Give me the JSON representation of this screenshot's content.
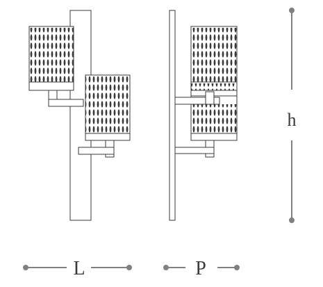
{
  "dimensions": {
    "height_label": "h",
    "length_label": "L",
    "depth_label": "P"
  },
  "views": {
    "front": {
      "shades": 2
    },
    "side": {
      "shades": 2
    }
  },
  "colors": {
    "line": "#3a3a3a",
    "dimension": "#808080",
    "background": "#ffffff"
  }
}
